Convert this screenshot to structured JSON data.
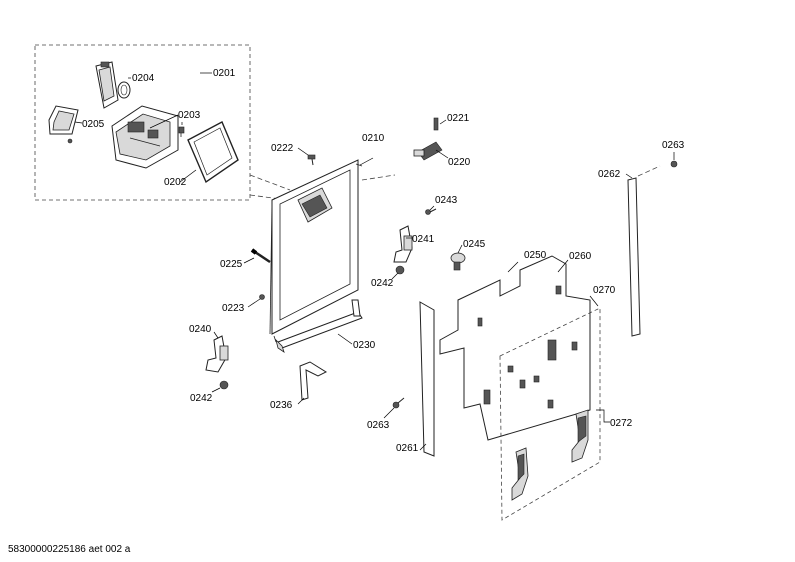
{
  "labels": {
    "p0201": "0201",
    "p0202": "0202",
    "p0203": "0203",
    "p0204": "0204",
    "p0205": "0205",
    "p0210": "0210",
    "p0220": "0220",
    "p0221": "0221",
    "p0222": "0222",
    "p0223": "0223",
    "p0225": "0225",
    "p0230": "0230",
    "p0236": "0236",
    "p0240": "0240",
    "p0241": "0241",
    "p0242a": "0242",
    "p0242b": "0242",
    "p0243": "0243",
    "p0245": "0245",
    "p0250": "0250",
    "p0260": "0260",
    "p0261": "0261",
    "p0262": "0262",
    "p0263a": "0263",
    "p0263b": "0263",
    "p0270": "0270",
    "p0272": "0272"
  },
  "footer": {
    "code": "58300000225186 aet 002 a"
  }
}
